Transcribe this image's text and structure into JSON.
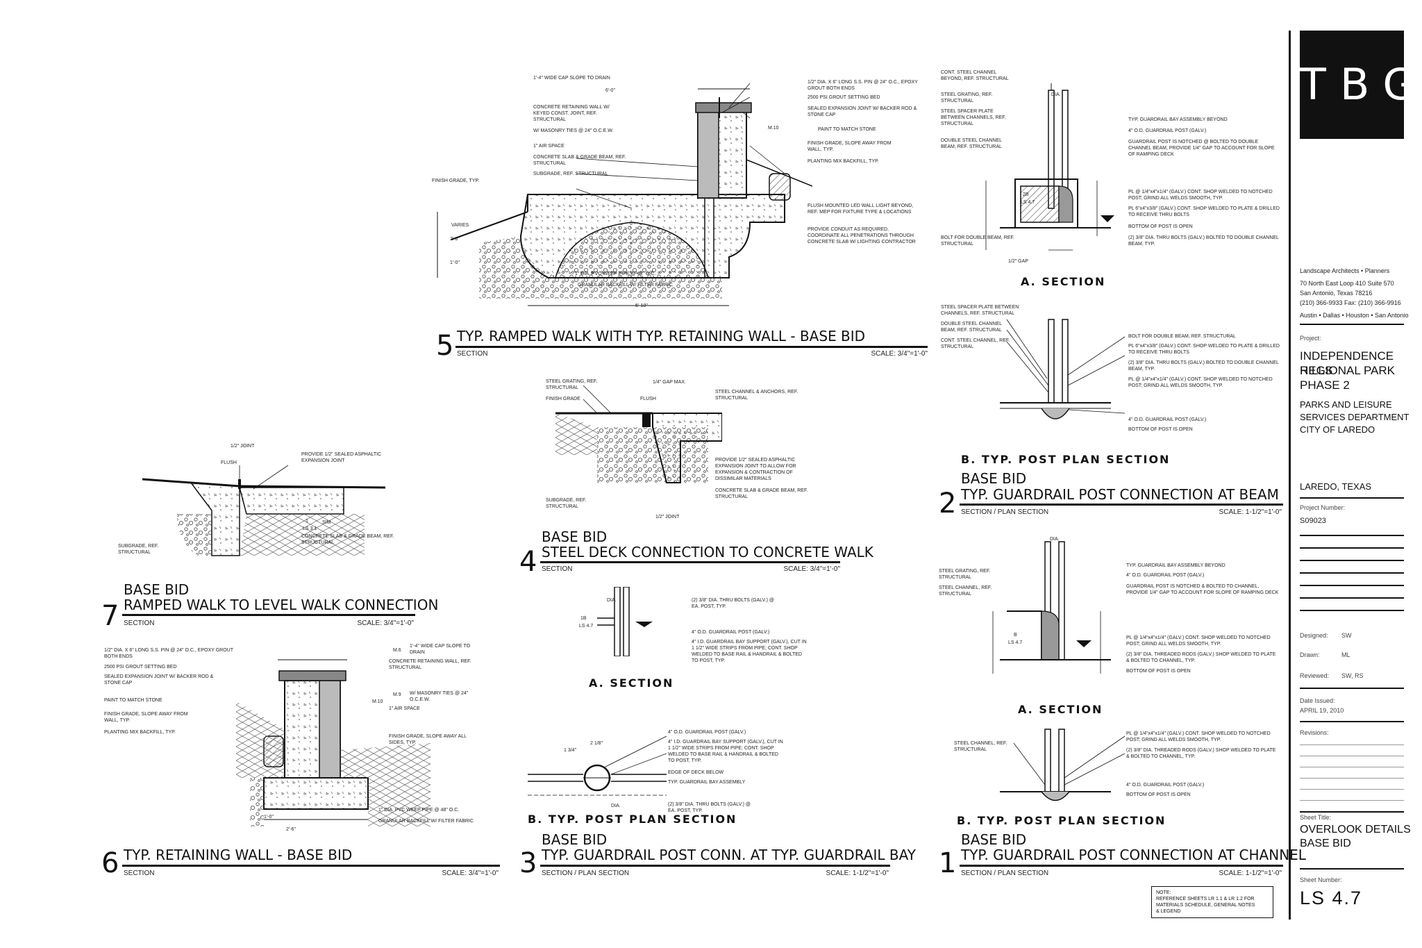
{
  "title_block": {
    "logo": "TBG",
    "firm_line1": "Landscape Architects  •  Planners",
    "firm_address1": "70 North East Loop 410      Suite 570",
    "firm_address2": "San Antonio,  Texas            78216",
    "firm_phone": "(210) 366-9933           Fax: (210) 366-9916",
    "firm_offices": "Austin • Dallas • Houston • San Antonio",
    "project_label": "Project:",
    "project_name": [
      "INDEPENDENCE HILLS",
      "REGIONAL PARK",
      "PHASE 2"
    ],
    "client": [
      "PARKS AND LEISURE",
      "SERVICES DEPARTMENT",
      "CITY OF LAREDO"
    ],
    "location": "LAREDO, TEXAS",
    "project_number_label": "Project Number:",
    "project_number": "S09023",
    "designed_label": "Designed:",
    "designed": "SW",
    "drawn_label": "Drawn:",
    "drawn": "ML",
    "reviewed_label": "Reviewed:",
    "reviewed": "SW, RS",
    "date_label": "Date Issued:",
    "date": "APRIL 19, 2010",
    "revisions_label": "Revisions:",
    "sheet_title_label": "Sheet Title:",
    "sheet_title": [
      "OVERLOOK DETAILS",
      "BASE BID"
    ],
    "sheet_number_label": "Sheet Number:",
    "sheet_number": "LS   4.7"
  },
  "general_note": [
    "NOTE:",
    "REFERENCE SHEETS LR 1.1 & LR 1.2 FOR",
    "MATERIALS SCHEDULE, GENERAL NOTES",
    "& LEGEND"
  ],
  "details": [
    {
      "num": "5",
      "line1": "",
      "line2": "TYP. RAMPED WALK WITH TYP. RETAINING WALL - BASE BID",
      "sub": "SECTION",
      "scale": "SCALE: 3/4\"=1'-0\""
    },
    {
      "num": "2",
      "line1": "BASE BID",
      "line2": "TYP. GUARDRAIL POST CONNECTION AT BEAM",
      "sub": "SECTION / PLAN SECTION",
      "scale": "SCALE: 1-1/2\"=1'-0\""
    },
    {
      "num": "4",
      "line1": "BASE BID",
      "line2": "STEEL DECK CONNECTION TO CONCRETE WALK",
      "sub": "SECTION",
      "scale": "SCALE: 3/4\"=1'-0\""
    },
    {
      "num": "7",
      "line1": "BASE BID",
      "line2": "RAMPED WALK TO LEVEL WALK CONNECTION",
      "sub": "SECTION",
      "scale": "SCALE: 3/4\"=1'-0\""
    },
    {
      "num": "6",
      "line1": "",
      "line2": "TYP. RETAINING WALL - BASE BID",
      "sub": "SECTION",
      "scale": "SCALE: 3/4\"=1'-0\""
    },
    {
      "num": "3",
      "line1": "BASE BID",
      "line2": "TYP. GUARDRAIL POST CONN. AT TYP. GUARDRAIL BAY",
      "sub": "SECTION / PLAN SECTION",
      "scale": "SCALE: 1-1/2\"=1'-0\""
    },
    {
      "num": "1",
      "line1": "BASE BID",
      "line2": "TYP. GUARDRAIL POST CONNECTION AT CHANNEL",
      "sub": "SECTION / PLAN SECTION",
      "scale": "SCALE: 1-1/2\"=1'-0\""
    }
  ],
  "section_labels": {
    "d2_a": "A.  SECTION",
    "d2_b": "B.  TYP.  POST  PLAN  SECTION",
    "d3_a": "A.  SECTION",
    "d3_b": "B.  TYP.  POST  PLAN  SECTION",
    "d1_a": "A.  SECTION",
    "d1_b": "B.  TYP.  POST  PLAN  SECTION"
  },
  "notes": {
    "d5": [
      "1'-4\" WIDE CAP SLOPE TO DRAIN",
      "CONCRETE RETAINING WALL W/ KEYED CONST. JOINT, REF. STRUCTURAL",
      "W/ MASONRY TIES @ 24\" O.C.E.W.",
      "1\" AIR SPACE",
      "CONCRETE SLAB & GRADE BEAM, REF. STRUCTURAL",
      "SUBGRADE, REF. STRUCTURAL",
      "FINISH GRADE, TYP.",
      "1/2\" DIA. X 6\" LONG S.S. PIN @ 24\" O.C., EPOXY GROUT BOTH ENDS",
      "2500 PSI GROUT SETTING BED",
      "SEALED EXPANSION JOINT W/ BACKER ROD & STONE CAP",
      "PAINT TO MATCH STONE",
      "FINISH GRADE, SLOPE AWAY FROM WALL, TYP.",
      "PLANTING MIX BACKFILL, TYP.",
      "FLUSH MOUNTED LED WALL LIGHT BEYOND, REF. MEP FOR FIXTURE TYPE & LOCATIONS",
      "PROVIDE CONDUIT AS REQUIRED, COORDINATE ALL PENETRATIONS THROUGH CONCRETE SLAB W/ LIGHTING CONTRACTOR",
      "1\" DIA. PVC WEEP PIPE @ 48\" O.C.",
      "GRANULAR BACKFILL W/ FILTER FABRIC",
      "6'-0\"",
      "5'-10\"",
      "VARIES",
      "2'-8\"",
      "1'-0\""
    ],
    "d2": [
      "CONT. STEEL CHANNEL BEYOND, REF. STRUCTURAL",
      "STEEL GRATING, REF. STRUCTURAL",
      "STEEL SPACER PLATE BETWEEN CHANNELS, REF. STRUCTURAL",
      "DOUBLE STEEL CHANNEL BEAM, REF. STRUCTURAL",
      "BOLT FOR DOUBLE BEAM, REF. STRUCTURAL",
      "TYP. GUARDRAIL BAY ASSEMBLY BEYOND",
      "4\" O.D. GUARDRAIL POST (GALV.)",
      "GUARDRAIL POST IS NOTCHED @ BOLTED TO DOUBLE CHANNEL BEAM, PROVIDE 1/4\" GAP TO ACCOUNT FOR SLOPE OF RAMPING DECK",
      "PL @ 1/4\"x4\"x1/4\" (GALV.) CONT. SHOP WELDED TO NOTCHED POST; GRIND ALL WELDS SMOOTH, TYP.",
      "PL 6\"x4\"x3/8\" (GALV.) CONT. SHOP WELDED TO PLATE & DRILLED TO RECEIVE THRU BOLTS",
      "BOTTOM OF POST IS OPEN",
      "(2) 3/8\" DIA. THRU BOLTS (GALV.) BOLTED TO DOUBLE CHANNEL BEAM, TYP.",
      "1/2\" GAP",
      "DIA.",
      "STEEL SPACER PLATE BETWEEN CHANNELS, REF. STRUCTURAL",
      "DOUBLE STEEL CHANNEL BEAM, REF. STRUCTURAL",
      "CONT. STEEL CHANNEL, REF. STRUCTURAL"
    ],
    "d4": [
      "STEEL GRATING, REF. STRUCTURAL",
      "FINISH GRADE",
      "1/4\" GAP MAX.",
      "FLUSH",
      "STEEL CHANNEL & ANCHORS, REF. STRUCTURAL",
      "PROVIDE 1/2\" SEALED ASPHALTIC EXPANSION JOINT TO ALLOW FOR EXPANSION & CONTRACTION OF DISSIMILAR MATERIALS",
      "CONCRETE SLAB & GRADE BEAM, REF. STRUCTURAL",
      "SUBGRADE, REF. STRUCTURAL",
      "1/2\" JOINT"
    ],
    "d7": [
      "1/2\" JOINT",
      "FLUSH",
      "PROVIDE 1/2\" SEALED ASPHALTIC EXPANSION JOINT",
      "SIM",
      "CONCRETE SLAB & GRADE BEAM, REF. STRUCTURAL",
      "SUBGRADE, REF. STRUCTURAL"
    ],
    "d6": [
      "1/2\" DIA. X 6\" LONG S.S. PIN @ 24\" O.C., EPOXY GROUT BOTH ENDS",
      "2500 PSI GROUT SETTING BED",
      "SEALED EXPANSION JOINT W/ BACKER ROD & STONE CAP",
      "PAINT TO MATCH STONE",
      "FINISH GRADE, SLOPE AWAY FROM WALL, TYP.",
      "PLANTING MIX BACKFILL, TYP.",
      "1'-4\" WIDE CAP SLOPE TO DRAIN",
      "CONCRETE RETAINING WALL, REF. STRUCTURAL",
      "W/ MASONRY TIES @ 24\" O.C.E.W.",
      "1\" AIR SPACE",
      "FINISH GRADE, SLOPE AWAY ALL SIDES, TYP.",
      "1\" DIA. PVC WEEP PIPE @ 48\" O.C.",
      "GRANULAR BACKFILL W/ FILTER FABRIC",
      "1'-0\"",
      "2'-6\""
    ],
    "d3": [
      "(2) 3/8\" DIA. THRU BOLTS (GALV.) @ EA. POST, TYP.",
      "4\" O.D. GUARDRAIL POST (GALV.)",
      "4\" I.D. GUARDRAIL BAY SUPPORT (GALV.), CUT IN 1 1/2\" WIDE STRIPS FROM PIPE; CONT. SHOP WELDED TO BASE RAIL & HANDRAIL & BOLTED TO POST, TYP.",
      "EDGE OF DECK BELOW",
      "TYP. GUARDRAIL BAY ASSEMBLY",
      "DIA.",
      "1 3/4\"",
      "2 1/8\""
    ],
    "d1": [
      "STEEL GRATING, REF. STRUCTURAL",
      "STEEL CHANNEL, REF. STRUCTURAL",
      "TYP. GUARDRAIL BAY ASSEMBLY BEYOND",
      "4\" O.D. GUARDRAIL POST (GALV.)",
      "GUARDRAIL POST IS NOTCHED & BOLTED TO CHANNEL, PROVIDE 1/4\" GAP TO ACCOUNT FOR SLOPE OF RAMPING DECK",
      "PL @ 1/4\"x4\"x1/4\" (GALV.) CONT. SHOP WELDED TO NOTCHED POST; GRIND ALL WELDS SMOOTH, TYP.",
      "(2) 3/8\" DIA. THREADED RODS (GALV.) SHOP WELDED TO PLATE & BOLTED TO CHANNEL, TYP.",
      "BOTTOM OF POST IS OPEN",
      "STEEL CHANNEL, REF. STRUCTURAL",
      "DIA."
    ]
  },
  "tags": {
    "d5_tag": "2B",
    "d5_tag_sheet": "LS 4.7",
    "d7_tag": "1",
    "d7_sheet": "LS 3.1",
    "d3_tag": "1B",
    "d3_sheet": "LS 4.7",
    "d1_tag": "B",
    "d1_sheet": "LS 4.7",
    "mat_m6": "M.6",
    "mat_m10": "M.10",
    "mat_m9": "M.9"
  }
}
